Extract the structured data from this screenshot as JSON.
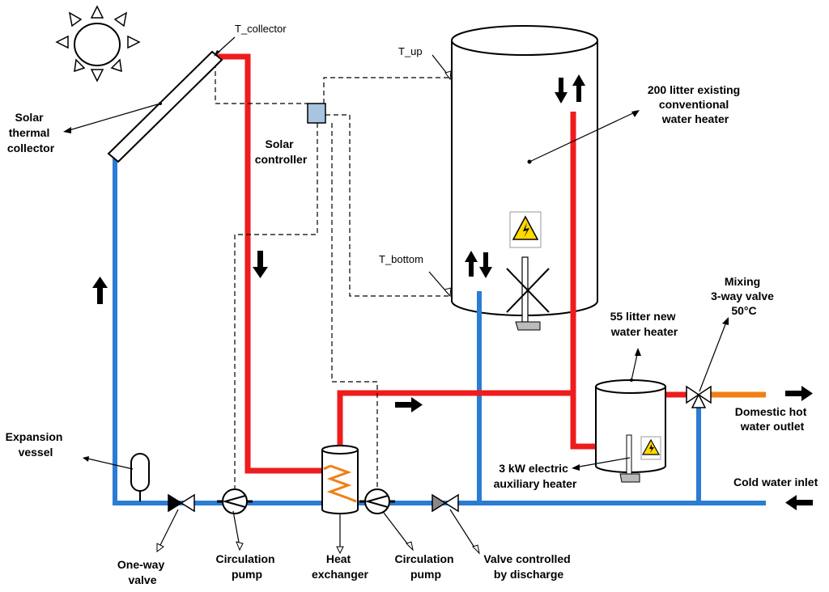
{
  "labels": {
    "t_collector": "T_collector",
    "t_up": "T_up",
    "t_bottom": "T_bottom",
    "solar_collector": [
      "Solar",
      "thermal",
      "collector"
    ],
    "solar_controller": [
      "Solar",
      "controller"
    ],
    "existing_heater": [
      "200 litter existing",
      "conventional",
      "water heater"
    ],
    "new_heater": [
      "55 litter new",
      "water heater"
    ],
    "mixing_valve": [
      "Mixing",
      "3-way valve",
      "50°C"
    ],
    "hot_outlet": [
      "Domestic hot",
      "water outlet"
    ],
    "aux_heater": [
      "3 kW electric",
      "auxiliary heater"
    ],
    "cold_inlet": "Cold water inlet",
    "expansion_vessel": [
      "Expansion",
      "vessel"
    ],
    "one_way_valve": [
      "One-way",
      "valve"
    ],
    "circ_pump_1": [
      "Circulation",
      "pump"
    ],
    "heat_exchanger": [
      "Heat",
      "exchanger"
    ],
    "circ_pump_2": [
      "Circulation",
      "pump"
    ],
    "discharge_valve": [
      "Valve controlled",
      "by discharge"
    ]
  },
  "colors": {
    "cold_pipe": "#2b7cd3",
    "hot_pipe": "#ee1c1c",
    "outlet_pipe": "#f07f14",
    "controller_box": "#a9c4e0",
    "warning_sign": "#ffd800"
  }
}
